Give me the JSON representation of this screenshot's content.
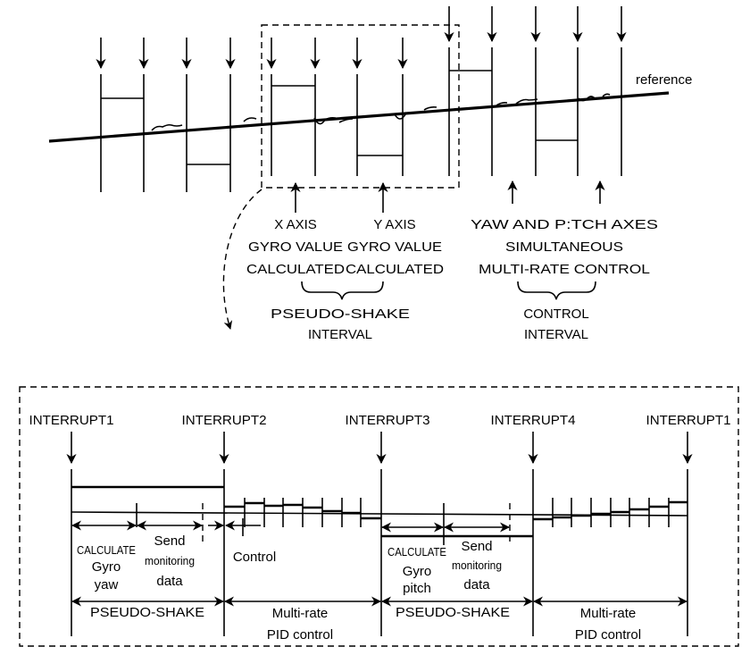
{
  "top": {
    "reference_label": "reference",
    "x_axis": [
      "X AXIS",
      "GYRO VALUE",
      "CALCULATED"
    ],
    "y_axis": [
      "Y AXIS",
      "GYRO VALUE",
      "CALCULATED"
    ],
    "yaw_pitch": [
      "YAW AND P:TCH AXES",
      "SIMULTANEOUS",
      "MULTI-RATE CONTROL"
    ],
    "pseudo_interval": [
      "PSEUDO-SHAKE",
      "INTERVAL"
    ],
    "control_interval": [
      "CONTROL",
      "INTERVAL"
    ]
  },
  "bottom": {
    "interrupts": [
      "INTERRUPT1",
      "INTERRUPT2",
      "INTERRUPT3",
      "INTERRUPT4",
      "INTERRUPT1"
    ],
    "calc_yaw": [
      "CALCULATE",
      "Gyro",
      "yaw"
    ],
    "send1": [
      "Send",
      "monitoring",
      "data"
    ],
    "control": "Control",
    "calc_pitch": [
      "CALCULATE",
      "Gyro",
      "pitch"
    ],
    "send2": [
      "Send",
      "monitoring",
      "data"
    ],
    "phases": [
      "PSEUDO-SHAKE",
      "Multi-rate",
      "PID control",
      "PSEUDO-SHAKE",
      "Multi-rate",
      "PID control"
    ]
  }
}
